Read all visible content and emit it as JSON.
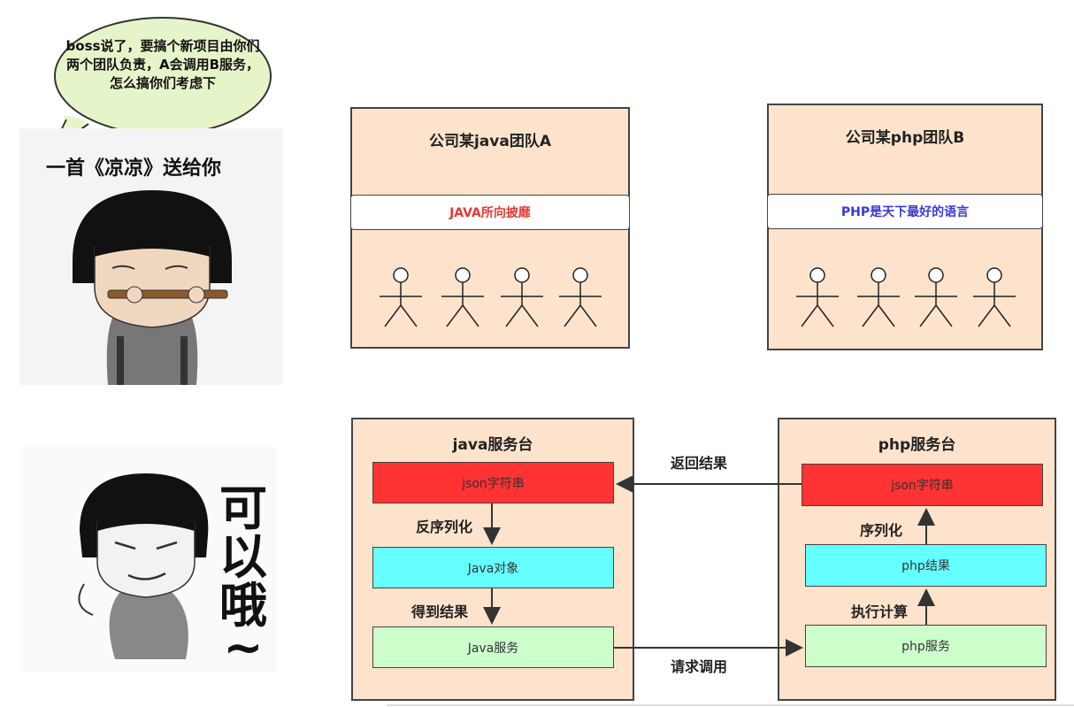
{
  "speech_bubble": {
    "text": "boss说了，要搞个新项目由你们两个团队负责，A会调用B服务，怎么搞你们考虑下"
  },
  "memes": {
    "top_caption": "一首《凉凉》送给你",
    "bottom_caption_chars": [
      "可",
      "以",
      "哦",
      "~"
    ]
  },
  "teams": [
    {
      "title": "公司某java团队A",
      "motto": "JAVA所向披靡",
      "motto_color": "#e53935"
    },
    {
      "title": "公司某php团队B",
      "motto": "PHP是天下最好的语言",
      "motto_color": "#3a3ad6"
    }
  ],
  "java_service": {
    "title": "java服务台",
    "nodes": [
      {
        "label": "json字符串",
        "color": "#ff3333"
      },
      {
        "label": "Java对象",
        "color": "#66ffff"
      },
      {
        "label": "Java服务",
        "color": "#ccffcc"
      }
    ],
    "edge_labels": [
      "反序列化",
      "得到结果"
    ]
  },
  "php_service": {
    "title": "php服务台",
    "nodes": [
      {
        "label": "json字符串",
        "color": "#ff3333"
      },
      {
        "label": "php结果",
        "color": "#66ffff"
      },
      {
        "label": "php服务",
        "color": "#ccffcc"
      }
    ],
    "edge_labels": [
      "序列化",
      "执行计算"
    ]
  },
  "cross_edges": {
    "return_label": "返回结果",
    "request_label": "请求调用"
  }
}
